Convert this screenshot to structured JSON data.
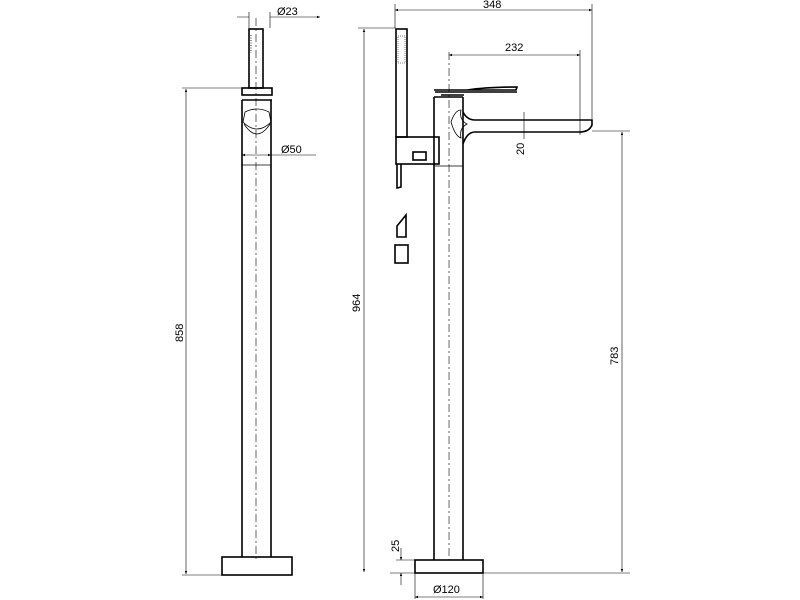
{
  "drawing": {
    "side_view_left": {
      "dim_handshower_diameter": "Ø23",
      "dim_body_diameter": "Ø50",
      "dim_height_total": "858"
    },
    "side_view_right": {
      "dim_reach_total": "348",
      "dim_spout_reach": "232",
      "dim_spout_thickness": "20",
      "dim_total_height": "964",
      "dim_outlet_height": "783",
      "dim_base_thickness": "25",
      "dim_base_diameter": "Ø120"
    }
  }
}
